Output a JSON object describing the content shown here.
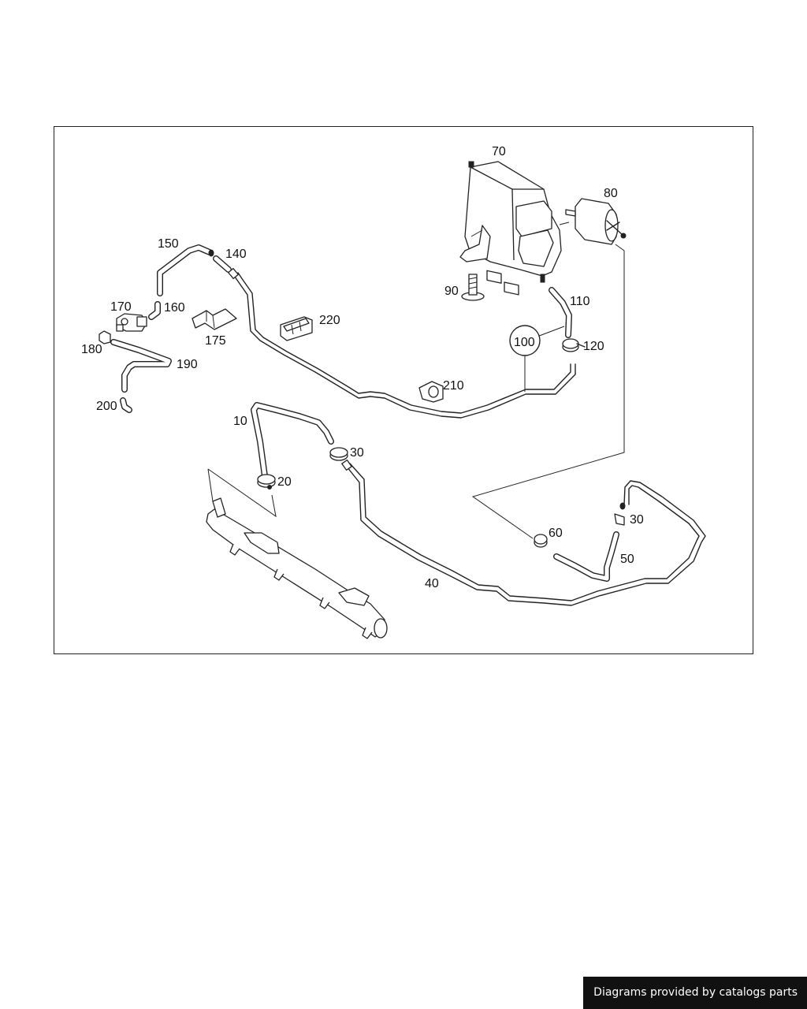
{
  "credit": "Diagrams provided by catalogs parts",
  "labels": {
    "p10": "10",
    "p20": "20",
    "p30a": "30",
    "p30b": "30",
    "p40": "40",
    "p50": "50",
    "p60": "60",
    "p70": "70",
    "p80": "80",
    "p90": "90",
    "p100": "100",
    "p110": "110",
    "p120": "120",
    "p140": "140",
    "p150": "150",
    "p160": "160",
    "p170": "170",
    "p175": "175",
    "p180": "180",
    "p190": "190",
    "p200": "200",
    "p210": "210",
    "p220": "220"
  }
}
